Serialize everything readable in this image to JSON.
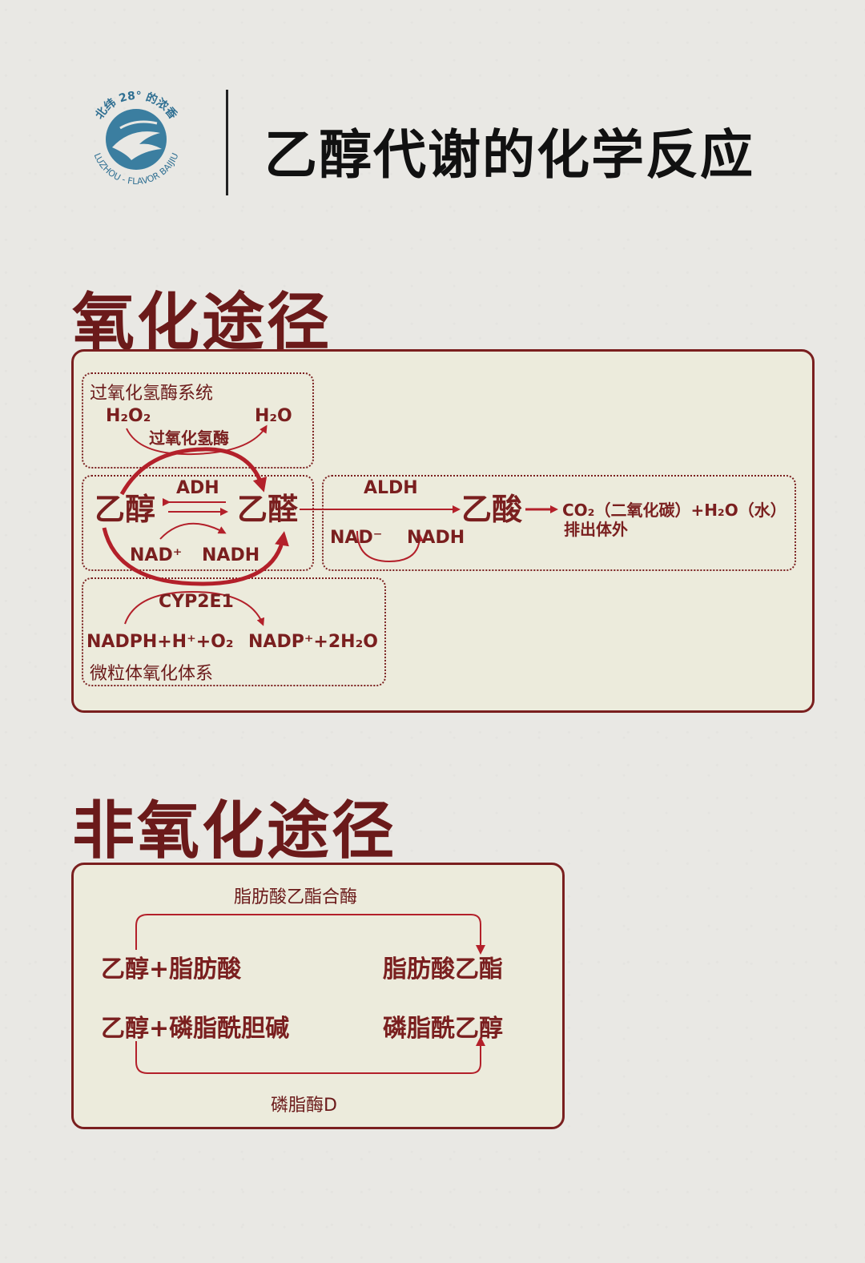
{
  "header": {
    "logo": {
      "top_text": "北纬 28° 的浓香",
      "bottom_text": "LUZHOU - FLAVOR BAIJIU"
    },
    "title": "乙醇代谢的化学反应"
  },
  "oxidation": {
    "section_title": "氧化途径",
    "catalase_system": {
      "label": "过氧化氢酶系统",
      "substrate": "H₂O₂",
      "product": "H₂O",
      "enzyme": "过氧化氢酶"
    },
    "adh_step": {
      "ethanol": "乙醇",
      "acetaldehyde": "乙醛",
      "enzyme": "ADH",
      "cofactor_in": "NAD⁺",
      "cofactor_out": "NADH"
    },
    "aldh_step": {
      "enzyme": "ALDH",
      "product": "乙酸",
      "cofactor_in": "NAD⁻",
      "cofactor_out": "NADH",
      "final_products": "CO₂（二氧化碳）+H₂O（水）",
      "final_note": "排出体外"
    },
    "meos_system": {
      "enzyme": "CYP2E1",
      "substrate": "NADPH+H⁺+O₂",
      "product": "NADP⁺+2H₂O",
      "label": "微粒体氧化体系"
    }
  },
  "non_oxidation": {
    "section_title": "非氧化途径",
    "top_enzyme": "脂肪酸乙酯合酶",
    "reaction1_left": "乙醇+脂肪酸",
    "reaction1_right": "脂肪酸乙酯",
    "reaction2_left": "乙醇+磷脂酰胆碱",
    "reaction2_right": "磷脂酰乙醇",
    "bottom_enzyme": "磷脂酶D"
  },
  "colors": {
    "accent": "#7a1f1f",
    "arrow": "#b3202a",
    "panel_bg": "#ecebdc",
    "page_bg": "#e9e8e4",
    "logo_blue": "#3b7ea0"
  }
}
